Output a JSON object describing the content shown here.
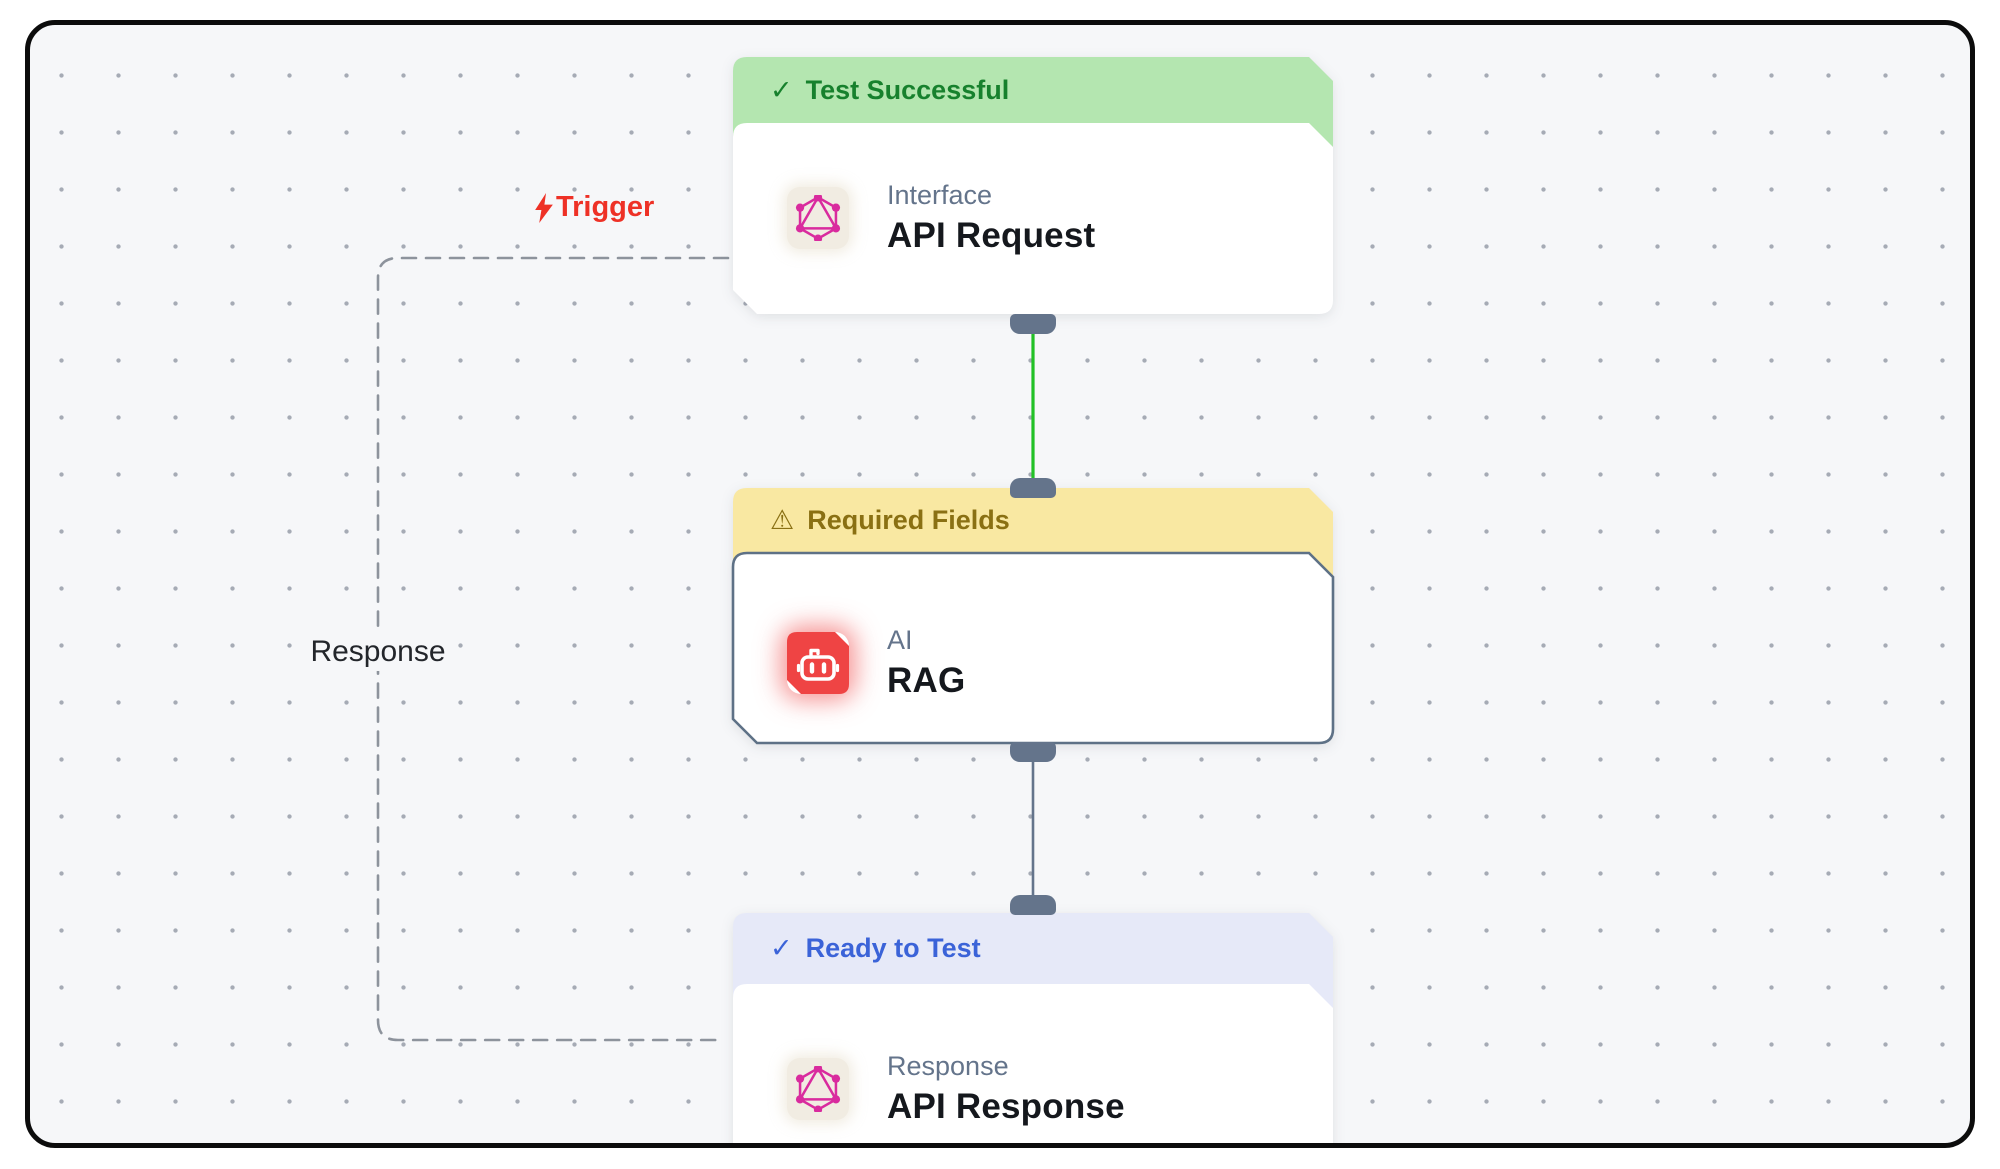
{
  "window": {
    "canvas_background": "#f6f7f9",
    "frame_border": "#0c0c0c",
    "dot_color": "#a6abb5"
  },
  "labels": {
    "trigger": "Trigger",
    "response": "Response"
  },
  "colors": {
    "success_bg": "#b4e6b0",
    "success_text": "#17812d",
    "warning_bg": "#f9e8a2",
    "warning_text": "#8a7013",
    "info_bg": "#e6e9f8",
    "info_text": "#3b63d8",
    "trigger_red": "#ee3126",
    "edge_green": "#22c126",
    "edge_slate": "#64748b",
    "handle": "#64748b",
    "graphql_pink": "#d92b9e",
    "robot_red": "#ef4444",
    "category_text": "#64748b",
    "title_text": "#15181d",
    "selected_border": "#5e7186"
  },
  "nodes": [
    {
      "status_icon": "✓",
      "status_label": "Test Successful",
      "category": "Interface",
      "title": "API Request",
      "icon": "graphql-icon"
    },
    {
      "status_icon": "⚠",
      "status_label": "Required Fields",
      "category": "AI",
      "title": "RAG",
      "icon": "robot-icon"
    },
    {
      "status_icon": "✓",
      "status_label": "Ready to Test",
      "category": "Response",
      "title": "API Response",
      "icon": "graphql-icon"
    }
  ]
}
